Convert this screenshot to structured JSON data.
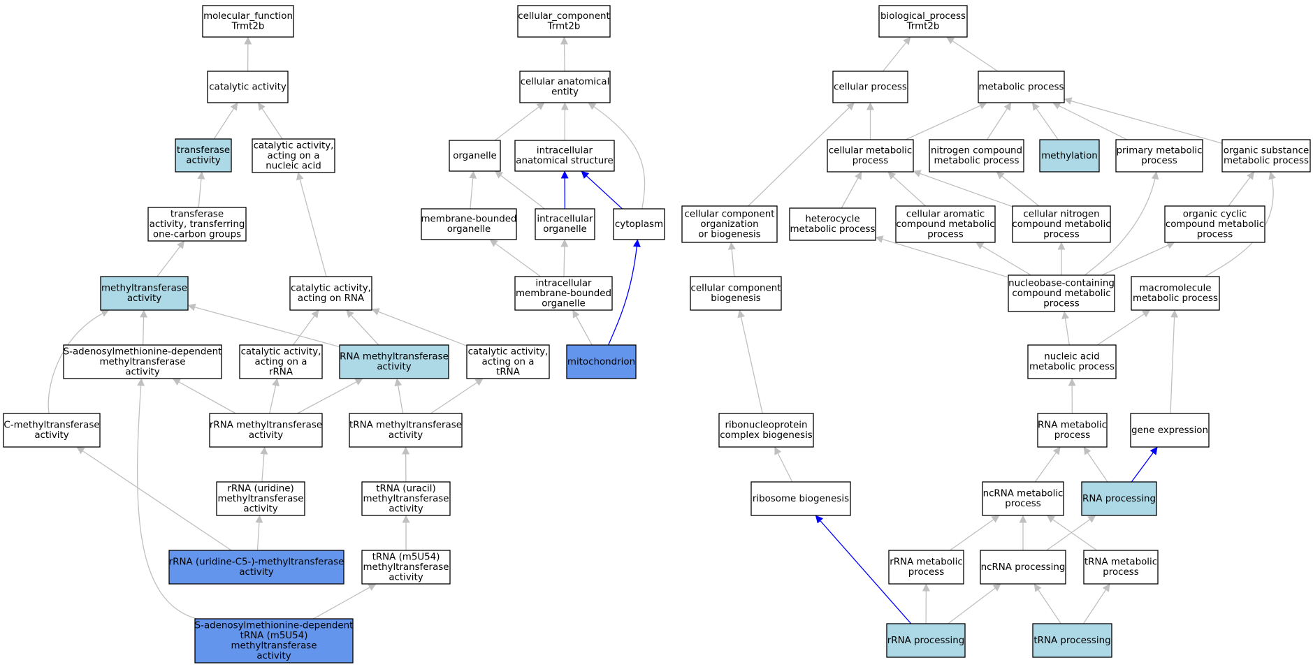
{
  "colors": {
    "plain": "#ffffff",
    "light": "#add8e6",
    "dark": "#6495ed",
    "edge_gray": "#c0c0c0",
    "edge_blue": "#0000ff"
  },
  "nodes": [
    {
      "id": "mf_root",
      "lines": [
        "molecular_function",
        "Trmt2b"
      ],
      "fill": "plain"
    },
    {
      "id": "catalytic",
      "lines": [
        "catalytic activity"
      ],
      "fill": "plain"
    },
    {
      "id": "transferase",
      "lines": [
        "transferase",
        "activity"
      ],
      "fill": "light"
    },
    {
      "id": "cat_nucleic",
      "lines": [
        "catalytic activity,",
        "acting on a",
        "nucleic acid"
      ],
      "fill": "plain"
    },
    {
      "id": "transf_onecarbon",
      "lines": [
        "transferase",
        "activity, transferring",
        "one-carbon groups"
      ],
      "fill": "plain"
    },
    {
      "id": "methyltransferase",
      "lines": [
        "methyltransferase",
        "activity"
      ],
      "fill": "light"
    },
    {
      "id": "cat_rna",
      "lines": [
        "catalytic activity,",
        "acting on RNA"
      ],
      "fill": "plain"
    },
    {
      "id": "sam_mt",
      "lines": [
        "S-adenosylmethionine-dependent",
        "methyltransferase",
        "activity"
      ],
      "fill": "plain"
    },
    {
      "id": "cat_rrna",
      "lines": [
        "catalytic activity,",
        "acting on a",
        "rRNA"
      ],
      "fill": "plain"
    },
    {
      "id": "rna_mt",
      "lines": [
        "RNA methyltransferase",
        "activity"
      ],
      "fill": "light"
    },
    {
      "id": "cat_trna",
      "lines": [
        "catalytic activity,",
        "acting on a",
        "tRNA"
      ],
      "fill": "plain"
    },
    {
      "id": "c_mt",
      "lines": [
        "C-methyltransferase",
        "activity"
      ],
      "fill": "plain"
    },
    {
      "id": "rrna_mt",
      "lines": [
        "rRNA methyltransferase",
        "activity"
      ],
      "fill": "plain"
    },
    {
      "id": "trna_mt",
      "lines": [
        "tRNA methyltransferase",
        "activity"
      ],
      "fill": "plain"
    },
    {
      "id": "rrna_uridine_mt",
      "lines": [
        "rRNA (uridine)",
        "methyltransferase",
        "activity"
      ],
      "fill": "plain"
    },
    {
      "id": "trna_uracil_mt",
      "lines": [
        "tRNA (uracil)",
        "methyltransferase",
        "activity"
      ],
      "fill": "plain"
    },
    {
      "id": "rrna_c5_mt",
      "lines": [
        "rRNA (uridine-C5-)-methyltransferase",
        "activity"
      ],
      "fill": "dark"
    },
    {
      "id": "trna_m5u54_mt",
      "lines": [
        "tRNA (m5U54)",
        "methyltransferase",
        "activity"
      ],
      "fill": "plain"
    },
    {
      "id": "sam_trna_m5u54",
      "lines": [
        "S-adenosylmethionine-dependent",
        "tRNA (m5U54)",
        "methyltransferase",
        "activity"
      ],
      "fill": "dark"
    },
    {
      "id": "cc_root",
      "lines": [
        "cellular_component",
        "Trmt2b"
      ],
      "fill": "plain"
    },
    {
      "id": "cell_anat",
      "lines": [
        "cellular anatomical",
        "entity"
      ],
      "fill": "plain"
    },
    {
      "id": "organelle",
      "lines": [
        "organelle"
      ],
      "fill": "plain"
    },
    {
      "id": "intra_anat",
      "lines": [
        "intracellular",
        "anatomical structure"
      ],
      "fill": "plain"
    },
    {
      "id": "membrane_org",
      "lines": [
        "membrane-bounded",
        "organelle"
      ],
      "fill": "plain"
    },
    {
      "id": "intra_org",
      "lines": [
        "intracellular",
        "organelle"
      ],
      "fill": "plain"
    },
    {
      "id": "cytoplasm",
      "lines": [
        "cytoplasm"
      ],
      "fill": "plain"
    },
    {
      "id": "intra_memb_org",
      "lines": [
        "intracellular",
        "membrane-bounded",
        "organelle"
      ],
      "fill": "plain"
    },
    {
      "id": "mitochondrion",
      "lines": [
        "mitochondrion"
      ],
      "fill": "dark"
    },
    {
      "id": "bp_root",
      "lines": [
        "biological_process",
        "Trmt2b"
      ],
      "fill": "plain"
    },
    {
      "id": "cell_proc",
      "lines": [
        "cellular process"
      ],
      "fill": "plain"
    },
    {
      "id": "metab_proc",
      "lines": [
        "metabolic process"
      ],
      "fill": "plain"
    },
    {
      "id": "cell_metab",
      "lines": [
        "cellular metabolic",
        "process"
      ],
      "fill": "plain"
    },
    {
      "id": "nitrogen_metab",
      "lines": [
        "nitrogen compound",
        "metabolic process"
      ],
      "fill": "plain"
    },
    {
      "id": "methylation",
      "lines": [
        "methylation"
      ],
      "fill": "light"
    },
    {
      "id": "primary_metab",
      "lines": [
        "primary metabolic",
        "process"
      ],
      "fill": "plain"
    },
    {
      "id": "organic_sub",
      "lines": [
        "organic substance",
        "metabolic process"
      ],
      "fill": "plain"
    },
    {
      "id": "cc_org_biogen",
      "lines": [
        "cellular component",
        "organization",
        "or biogenesis"
      ],
      "fill": "plain"
    },
    {
      "id": "heterocycle",
      "lines": [
        "heterocycle",
        "metabolic process"
      ],
      "fill": "plain"
    },
    {
      "id": "cell_aromatic",
      "lines": [
        "cellular aromatic",
        "compound metabolic",
        "process"
      ],
      "fill": "plain"
    },
    {
      "id": "cell_nitrogen",
      "lines": [
        "cellular nitrogen",
        "compound metabolic",
        "process"
      ],
      "fill": "plain"
    },
    {
      "id": "organic_cyclic",
      "lines": [
        "organic cyclic",
        "compound metabolic",
        "process"
      ],
      "fill": "plain"
    },
    {
      "id": "cc_biogen",
      "lines": [
        "cellular component",
        "biogenesis"
      ],
      "fill": "plain"
    },
    {
      "id": "nucleobase",
      "lines": [
        "nucleobase-containing",
        "compound metabolic",
        "process"
      ],
      "fill": "plain"
    },
    {
      "id": "macromol",
      "lines": [
        "macromolecule",
        "metabolic process"
      ],
      "fill": "plain"
    },
    {
      "id": "nucleic_acid",
      "lines": [
        "nucleic acid",
        "metabolic process"
      ],
      "fill": "plain"
    },
    {
      "id": "rnp_biogen",
      "lines": [
        "ribonucleoprotein",
        "complex biogenesis"
      ],
      "fill": "plain"
    },
    {
      "id": "rna_metab",
      "lines": [
        "RNA metabolic",
        "process"
      ],
      "fill": "plain"
    },
    {
      "id": "gene_expr",
      "lines": [
        "gene expression"
      ],
      "fill": "plain"
    },
    {
      "id": "ribosome_biogen",
      "lines": [
        "ribosome biogenesis"
      ],
      "fill": "plain"
    },
    {
      "id": "ncrna_metab",
      "lines": [
        "ncRNA metabolic",
        "process"
      ],
      "fill": "plain"
    },
    {
      "id": "rna_processing",
      "lines": [
        "RNA processing"
      ],
      "fill": "light"
    },
    {
      "id": "rrna_metab",
      "lines": [
        "rRNA metabolic",
        "process"
      ],
      "fill": "plain"
    },
    {
      "id": "ncrna_processing",
      "lines": [
        "ncRNA processing"
      ],
      "fill": "plain"
    },
    {
      "id": "trna_metab",
      "lines": [
        "tRNA metabolic",
        "process"
      ],
      "fill": "plain"
    },
    {
      "id": "rrna_processing",
      "lines": [
        "rRNA processing"
      ],
      "fill": "light"
    },
    {
      "id": "trna_processing",
      "lines": [
        "tRNA processing"
      ],
      "fill": "light"
    }
  ],
  "edges": [
    {
      "from": "catalytic",
      "to": "mf_root",
      "color": "gray"
    },
    {
      "from": "transferase",
      "to": "catalytic",
      "color": "gray"
    },
    {
      "from": "cat_nucleic",
      "to": "catalytic",
      "color": "gray"
    },
    {
      "from": "transf_onecarbon",
      "to": "transferase",
      "color": "gray"
    },
    {
      "from": "methyltransferase",
      "to": "transf_onecarbon",
      "color": "gray"
    },
    {
      "from": "cat_rna",
      "to": "cat_nucleic",
      "color": "gray"
    },
    {
      "from": "sam_mt",
      "to": "methyltransferase",
      "color": "gray"
    },
    {
      "from": "rna_mt",
      "to": "methyltransferase",
      "color": "gray"
    },
    {
      "from": "c_mt",
      "to": "methyltransferase",
      "color": "gray"
    },
    {
      "from": "cat_rrna",
      "to": "cat_rna",
      "color": "gray"
    },
    {
      "from": "rna_mt",
      "to": "cat_rna",
      "color": "gray"
    },
    {
      "from": "cat_trna",
      "to": "cat_rna",
      "color": "gray"
    },
    {
      "from": "rrna_mt",
      "to": "sam_mt",
      "color": "gray"
    },
    {
      "from": "rrna_mt",
      "to": "cat_rrna",
      "color": "gray"
    },
    {
      "from": "rrna_mt",
      "to": "rna_mt",
      "color": "gray"
    },
    {
      "from": "trna_mt",
      "to": "rna_mt",
      "color": "gray"
    },
    {
      "from": "trna_mt",
      "to": "cat_trna",
      "color": "gray"
    },
    {
      "from": "rrna_uridine_mt",
      "to": "rrna_mt",
      "color": "gray"
    },
    {
      "from": "trna_uracil_mt",
      "to": "trna_mt",
      "color": "gray"
    },
    {
      "from": "rrna_c5_mt",
      "to": "rrna_uridine_mt",
      "color": "gray"
    },
    {
      "from": "rrna_c5_mt",
      "to": "c_mt",
      "color": "gray"
    },
    {
      "from": "trna_m5u54_mt",
      "to": "trna_uracil_mt",
      "color": "gray"
    },
    {
      "from": "sam_trna_m5u54",
      "to": "trna_m5u54_mt",
      "color": "gray"
    },
    {
      "from": "sam_trna_m5u54",
      "to": "sam_mt",
      "color": "gray"
    },
    {
      "from": "cell_anat",
      "to": "cc_root",
      "color": "gray"
    },
    {
      "from": "organelle",
      "to": "cell_anat",
      "color": "gray"
    },
    {
      "from": "intra_anat",
      "to": "cell_anat",
      "color": "gray"
    },
    {
      "from": "cytoplasm",
      "to": "cell_anat",
      "color": "gray"
    },
    {
      "from": "membrane_org",
      "to": "organelle",
      "color": "gray"
    },
    {
      "from": "intra_org",
      "to": "organelle",
      "color": "gray"
    },
    {
      "from": "intra_org",
      "to": "intra_anat",
      "color": "blue"
    },
    {
      "from": "cytoplasm",
      "to": "intra_anat",
      "color": "blue"
    },
    {
      "from": "intra_memb_org",
      "to": "membrane_org",
      "color": "gray"
    },
    {
      "from": "intra_memb_org",
      "to": "intra_org",
      "color": "gray"
    },
    {
      "from": "mitochondrion",
      "to": "intra_memb_org",
      "color": "gray"
    },
    {
      "from": "mitochondrion",
      "to": "cytoplasm",
      "color": "blue"
    },
    {
      "from": "cell_proc",
      "to": "bp_root",
      "color": "gray"
    },
    {
      "from": "metab_proc",
      "to": "bp_root",
      "color": "gray"
    },
    {
      "from": "cell_metab",
      "to": "cell_proc",
      "color": "gray"
    },
    {
      "from": "cc_org_biogen",
      "to": "cell_proc",
      "color": "gray"
    },
    {
      "from": "cell_metab",
      "to": "metab_proc",
      "color": "gray"
    },
    {
      "from": "nitrogen_metab",
      "to": "metab_proc",
      "color": "gray"
    },
    {
      "from": "methylation",
      "to": "metab_proc",
      "color": "gray"
    },
    {
      "from": "primary_metab",
      "to": "metab_proc",
      "color": "gray"
    },
    {
      "from": "organic_sub",
      "to": "metab_proc",
      "color": "gray"
    },
    {
      "from": "heterocycle",
      "to": "cell_metab",
      "color": "gray"
    },
    {
      "from": "cell_aromatic",
      "to": "cell_metab",
      "color": "gray"
    },
    {
      "from": "cell_nitrogen",
      "to": "cell_metab",
      "color": "gray"
    },
    {
      "from": "cell_nitrogen",
      "to": "nitrogen_metab",
      "color": "gray"
    },
    {
      "from": "organic_cyclic",
      "to": "organic_sub",
      "color": "gray"
    },
    {
      "from": "cc_biogen",
      "to": "cc_org_biogen",
      "color": "gray"
    },
    {
      "from": "nucleobase",
      "to": "heterocycle",
      "color": "gray"
    },
    {
      "from": "nucleobase",
      "to": "cell_aromatic",
      "color": "gray"
    },
    {
      "from": "nucleobase",
      "to": "cell_nitrogen",
      "color": "gray"
    },
    {
      "from": "nucleobase",
      "to": "organic_cyclic",
      "color": "gray"
    },
    {
      "from": "nucleobase",
      "to": "primary_metab",
      "color": "gray"
    },
    {
      "from": "macromol",
      "to": "organic_sub",
      "color": "gray"
    },
    {
      "from": "nucleic_acid",
      "to": "nucleobase",
      "color": "gray"
    },
    {
      "from": "nucleic_acid",
      "to": "macromol",
      "color": "gray"
    },
    {
      "from": "rnp_biogen",
      "to": "cc_biogen",
      "color": "gray"
    },
    {
      "from": "rna_metab",
      "to": "nucleic_acid",
      "color": "gray"
    },
    {
      "from": "gene_expr",
      "to": "macromol",
      "color": "gray"
    },
    {
      "from": "ribosome_biogen",
      "to": "rnp_biogen",
      "color": "gray"
    },
    {
      "from": "ncrna_metab",
      "to": "rna_metab",
      "color": "gray"
    },
    {
      "from": "rna_processing",
      "to": "rna_metab",
      "color": "gray"
    },
    {
      "from": "rna_processing",
      "to": "gene_expr",
      "color": "blue"
    },
    {
      "from": "rrna_metab",
      "to": "ncrna_metab",
      "color": "gray"
    },
    {
      "from": "ncrna_processing",
      "to": "ncrna_metab",
      "color": "gray"
    },
    {
      "from": "trna_metab",
      "to": "ncrna_metab",
      "color": "gray"
    },
    {
      "from": "ncrna_processing",
      "to": "rna_processing",
      "color": "gray"
    },
    {
      "from": "rrna_processing",
      "to": "rrna_metab",
      "color": "gray"
    },
    {
      "from": "rrna_processing",
      "to": "ncrna_processing",
      "color": "gray"
    },
    {
      "from": "rrna_processing",
      "to": "ribosome_biogen",
      "color": "blue"
    },
    {
      "from": "trna_processing",
      "to": "ncrna_processing",
      "color": "gray"
    },
    {
      "from": "trna_processing",
      "to": "trna_metab",
      "color": "gray"
    }
  ]
}
